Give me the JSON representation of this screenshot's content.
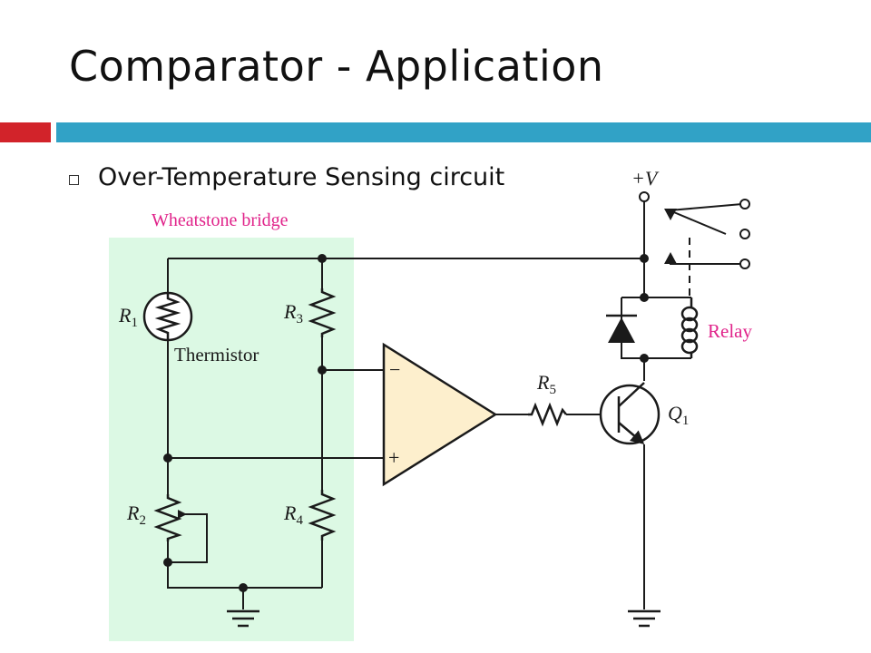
{
  "slide": {
    "title": "Comparator - Application",
    "bullet": "Over-Temperature Sensing circuit"
  },
  "colors": {
    "accent_red": "#d2232a",
    "accent_blue": "#31a2c6",
    "bridge_fill": "#dcf9e4",
    "label_magenta": "#e0238a",
    "opamp_fill": "#fdefcd",
    "wire": "#1a1a1a"
  },
  "diagram": {
    "bridge_label": "Wheatstone bridge",
    "supply_label": "+V",
    "thermistor_label": "Thermistor",
    "relay_label": "Relay",
    "opamp_minus": "−",
    "opamp_plus": "+",
    "components": {
      "r1": {
        "letter": "R",
        "sub": "1"
      },
      "r2": {
        "letter": "R",
        "sub": "2"
      },
      "r3": {
        "letter": "R",
        "sub": "3"
      },
      "r4": {
        "letter": "R",
        "sub": "4"
      },
      "r5": {
        "letter": "R",
        "sub": "5"
      },
      "q1": {
        "letter": "Q",
        "sub": "1"
      }
    }
  }
}
